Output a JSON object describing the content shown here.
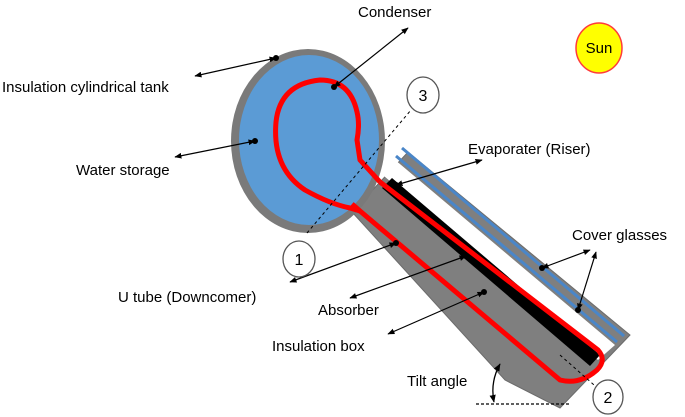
{
  "diagram": {
    "labels": {
      "condenser": "Condenser",
      "sun": "Sun",
      "insulation_tank": "Insulation cylindrical tank",
      "water_storage": "Water storage",
      "evaporater": "Evaporater (Riser)",
      "cover_glasses": "Cover glasses",
      "u_tube": "U tube (Downcomer)",
      "absorber": "Absorber",
      "insulation_box": "Insulation box",
      "tilt_angle": "Tilt angle"
    },
    "markers": {
      "one": "1",
      "two": "2",
      "three": "3"
    },
    "colors": {
      "tank_shell": "#7a7a7a",
      "water": "#5b9bd5",
      "tube": "#ff0000",
      "insulation": "#7f7f7f",
      "absorber": "#000000",
      "glass": "#4a86c8",
      "sun_fill": "#ffff00",
      "sun_stroke": "#ff3b3b"
    }
  }
}
